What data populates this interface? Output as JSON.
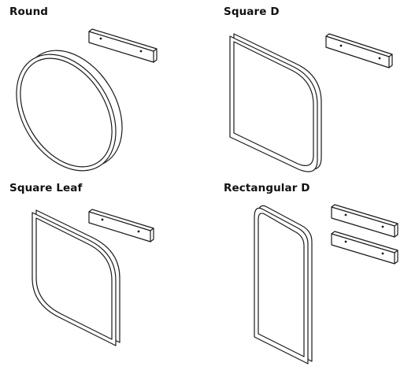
{
  "panels": [
    {
      "key": "round",
      "title": "Round",
      "icon": "round-mirror-icon"
    },
    {
      "key": "square_d",
      "title": "Square D",
      "icon": "square-d-mirror-icon"
    },
    {
      "key": "square_leaf",
      "title": "Square Leaf",
      "icon": "square-leaf-mirror-icon"
    },
    {
      "key": "rectangular_d",
      "title": "Rectangular D",
      "icon": "rectangular-d-mirror-icon"
    }
  ],
  "colors": {
    "line": "#1a1a1a",
    "background": "#ffffff",
    "title": "#111111"
  }
}
